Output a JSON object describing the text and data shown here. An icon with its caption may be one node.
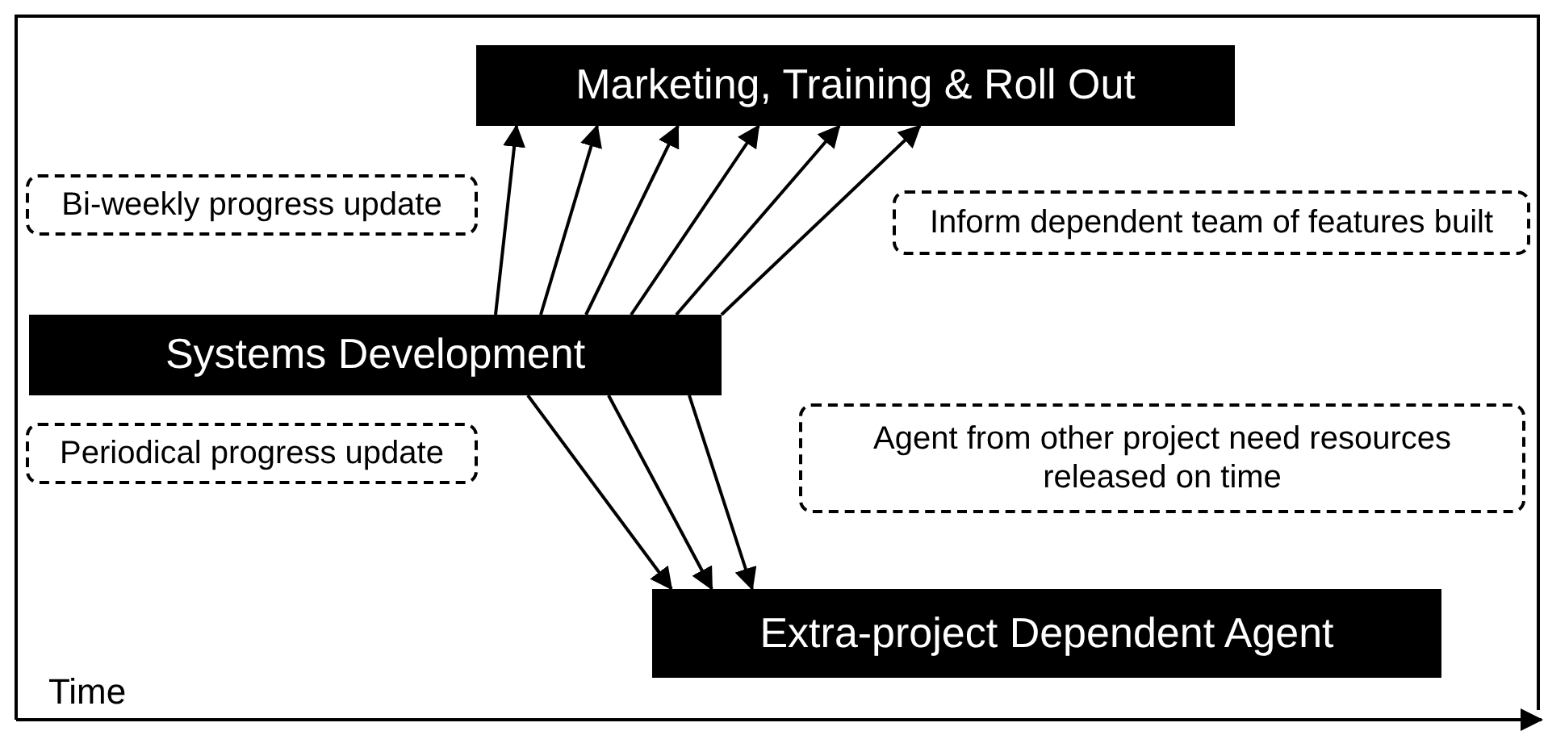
{
  "diagram": {
    "nodes": [
      {
        "text": [
          "Marketing, Training & Roll Out"
        ]
      },
      {
        "text": [
          "Bi-weekly progress update"
        ]
      },
      {
        "text": [
          "Inform dependent team of features built"
        ]
      },
      {
        "text": [
          "Systems Development"
        ]
      },
      {
        "text": [
          "Periodical progress update"
        ]
      },
      {
        "text": [
          "Agent from other project need resources released on time"
        ]
      },
      {
        "text": [
          "Extra-project Dependent Agent"
        ]
      }
    ],
    "edges": [
      {
        "from": 3,
        "to": 0,
        "arrow": "to"
      },
      {
        "from": 3,
        "to": 0,
        "arrow": "to"
      },
      {
        "from": 3,
        "to": 0,
        "arrow": "to"
      },
      {
        "from": 3,
        "to": 0,
        "arrow": "to"
      },
      {
        "from": 3,
        "to": 0,
        "arrow": "to"
      },
      {
        "from": 3,
        "to": 0,
        "arrow": "to"
      },
      {
        "from": 3,
        "to": 6,
        "arrow": "to"
      },
      {
        "from": 3,
        "to": 6,
        "arrow": "to"
      },
      {
        "from": 3,
        "to": 6,
        "arrow": "to"
      }
    ],
    "labels": [
      "Time"
    ]
  }
}
